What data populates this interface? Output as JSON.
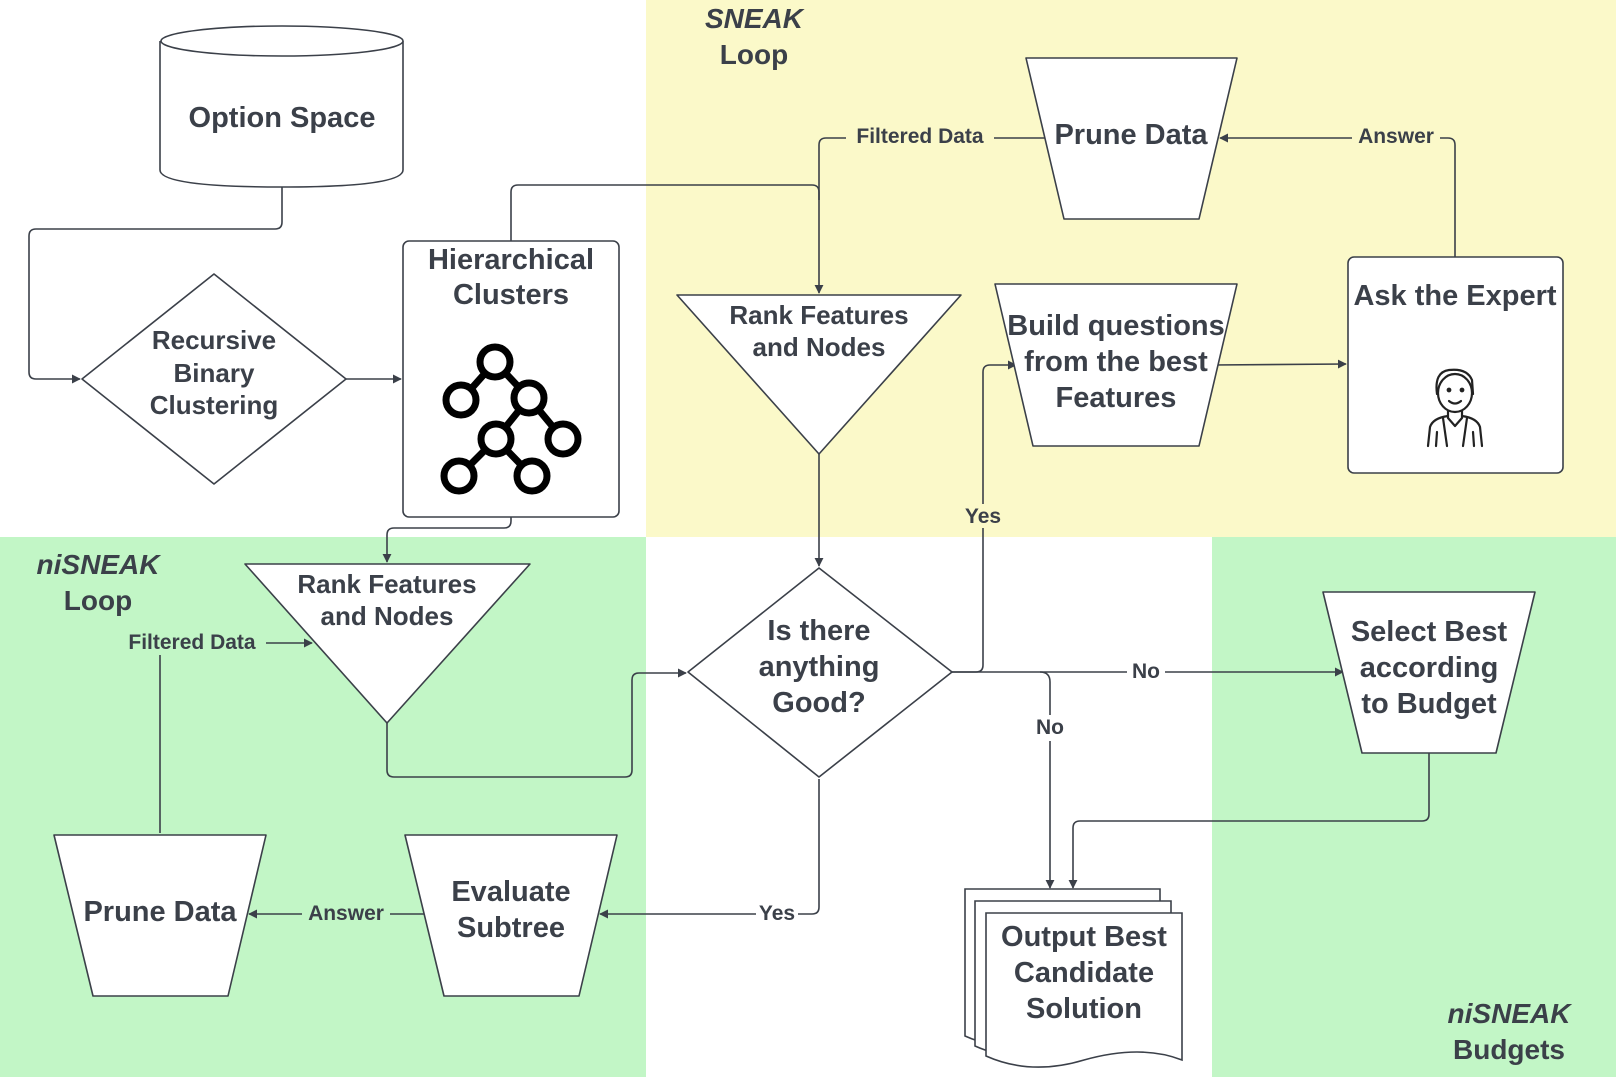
{
  "zones": {
    "sneak": {
      "title": "SNEAK",
      "subtitle": "Loop"
    },
    "nisneak_loop": {
      "title": "niSNEAK",
      "subtitle": "Loop"
    },
    "nisneak_budgets": {
      "title": "niSNEAK",
      "subtitle": "Budgets"
    }
  },
  "nodes": {
    "option_space": [
      "Option Space"
    ],
    "recursive_binary_clustering": [
      "Recursive",
      "Binary",
      "Clustering"
    ],
    "hierarchical_clusters": [
      "Hierarchical",
      "Clusters"
    ],
    "rank_features_top": [
      "Rank Features",
      "and Nodes"
    ],
    "prune_data_top": [
      "Prune Data"
    ],
    "build_questions": [
      "Build questions",
      "from the best",
      "Features"
    ],
    "ask_the_expert": [
      "Ask the Expert"
    ],
    "rank_features_bottom": [
      "Rank Features",
      "and Nodes"
    ],
    "is_there_anything_good": [
      "Is there",
      "anything",
      "Good?"
    ],
    "select_best": [
      "Select Best",
      "according",
      "to Budget"
    ],
    "prune_data_bottom": [
      "Prune Data"
    ],
    "evaluate_subtree": [
      "Evaluate",
      "Subtree"
    ],
    "output_best": [
      "Output Best",
      "Candidate",
      "Solution"
    ]
  },
  "edge_labels": {
    "filtered_data_top": "Filtered Data",
    "answer_top": "Answer",
    "yes_up": "Yes",
    "no_right": "No",
    "no_down": "No",
    "filtered_data_bottom": "Filtered Data",
    "answer_bottom": "Answer",
    "yes_down": "Yes"
  },
  "icons": {
    "tree": "tree-icon",
    "expert": "expert-person-icon"
  },
  "colors": {
    "sneak_zone": "#fbf9c9",
    "nisneak_zone": "#c2f6c6",
    "stroke": "#3b4049",
    "text": "#3b4049"
  }
}
